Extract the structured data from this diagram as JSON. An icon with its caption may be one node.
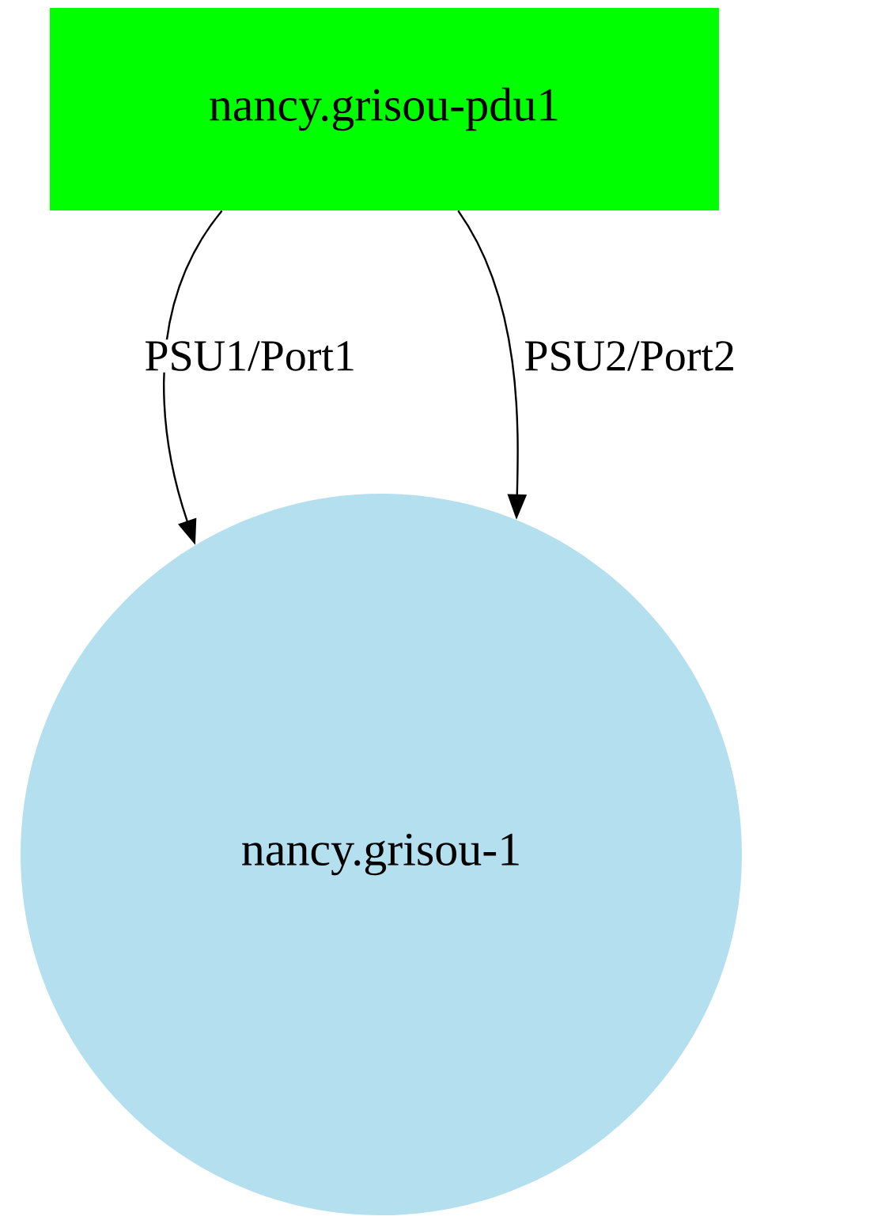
{
  "diagram": {
    "nodes": [
      {
        "text": [
          "nancy.grisou-pdu1"
        ]
      },
      {
        "text": [
          "nancy.grisou-1"
        ]
      }
    ],
    "edges": [
      {
        "from": 0,
        "to": 1,
        "arrow": "to",
        "label": "PSU1/Port1"
      },
      {
        "from": 0,
        "to": 1,
        "arrow": "to",
        "label": "PSU2/Port2"
      }
    ]
  }
}
